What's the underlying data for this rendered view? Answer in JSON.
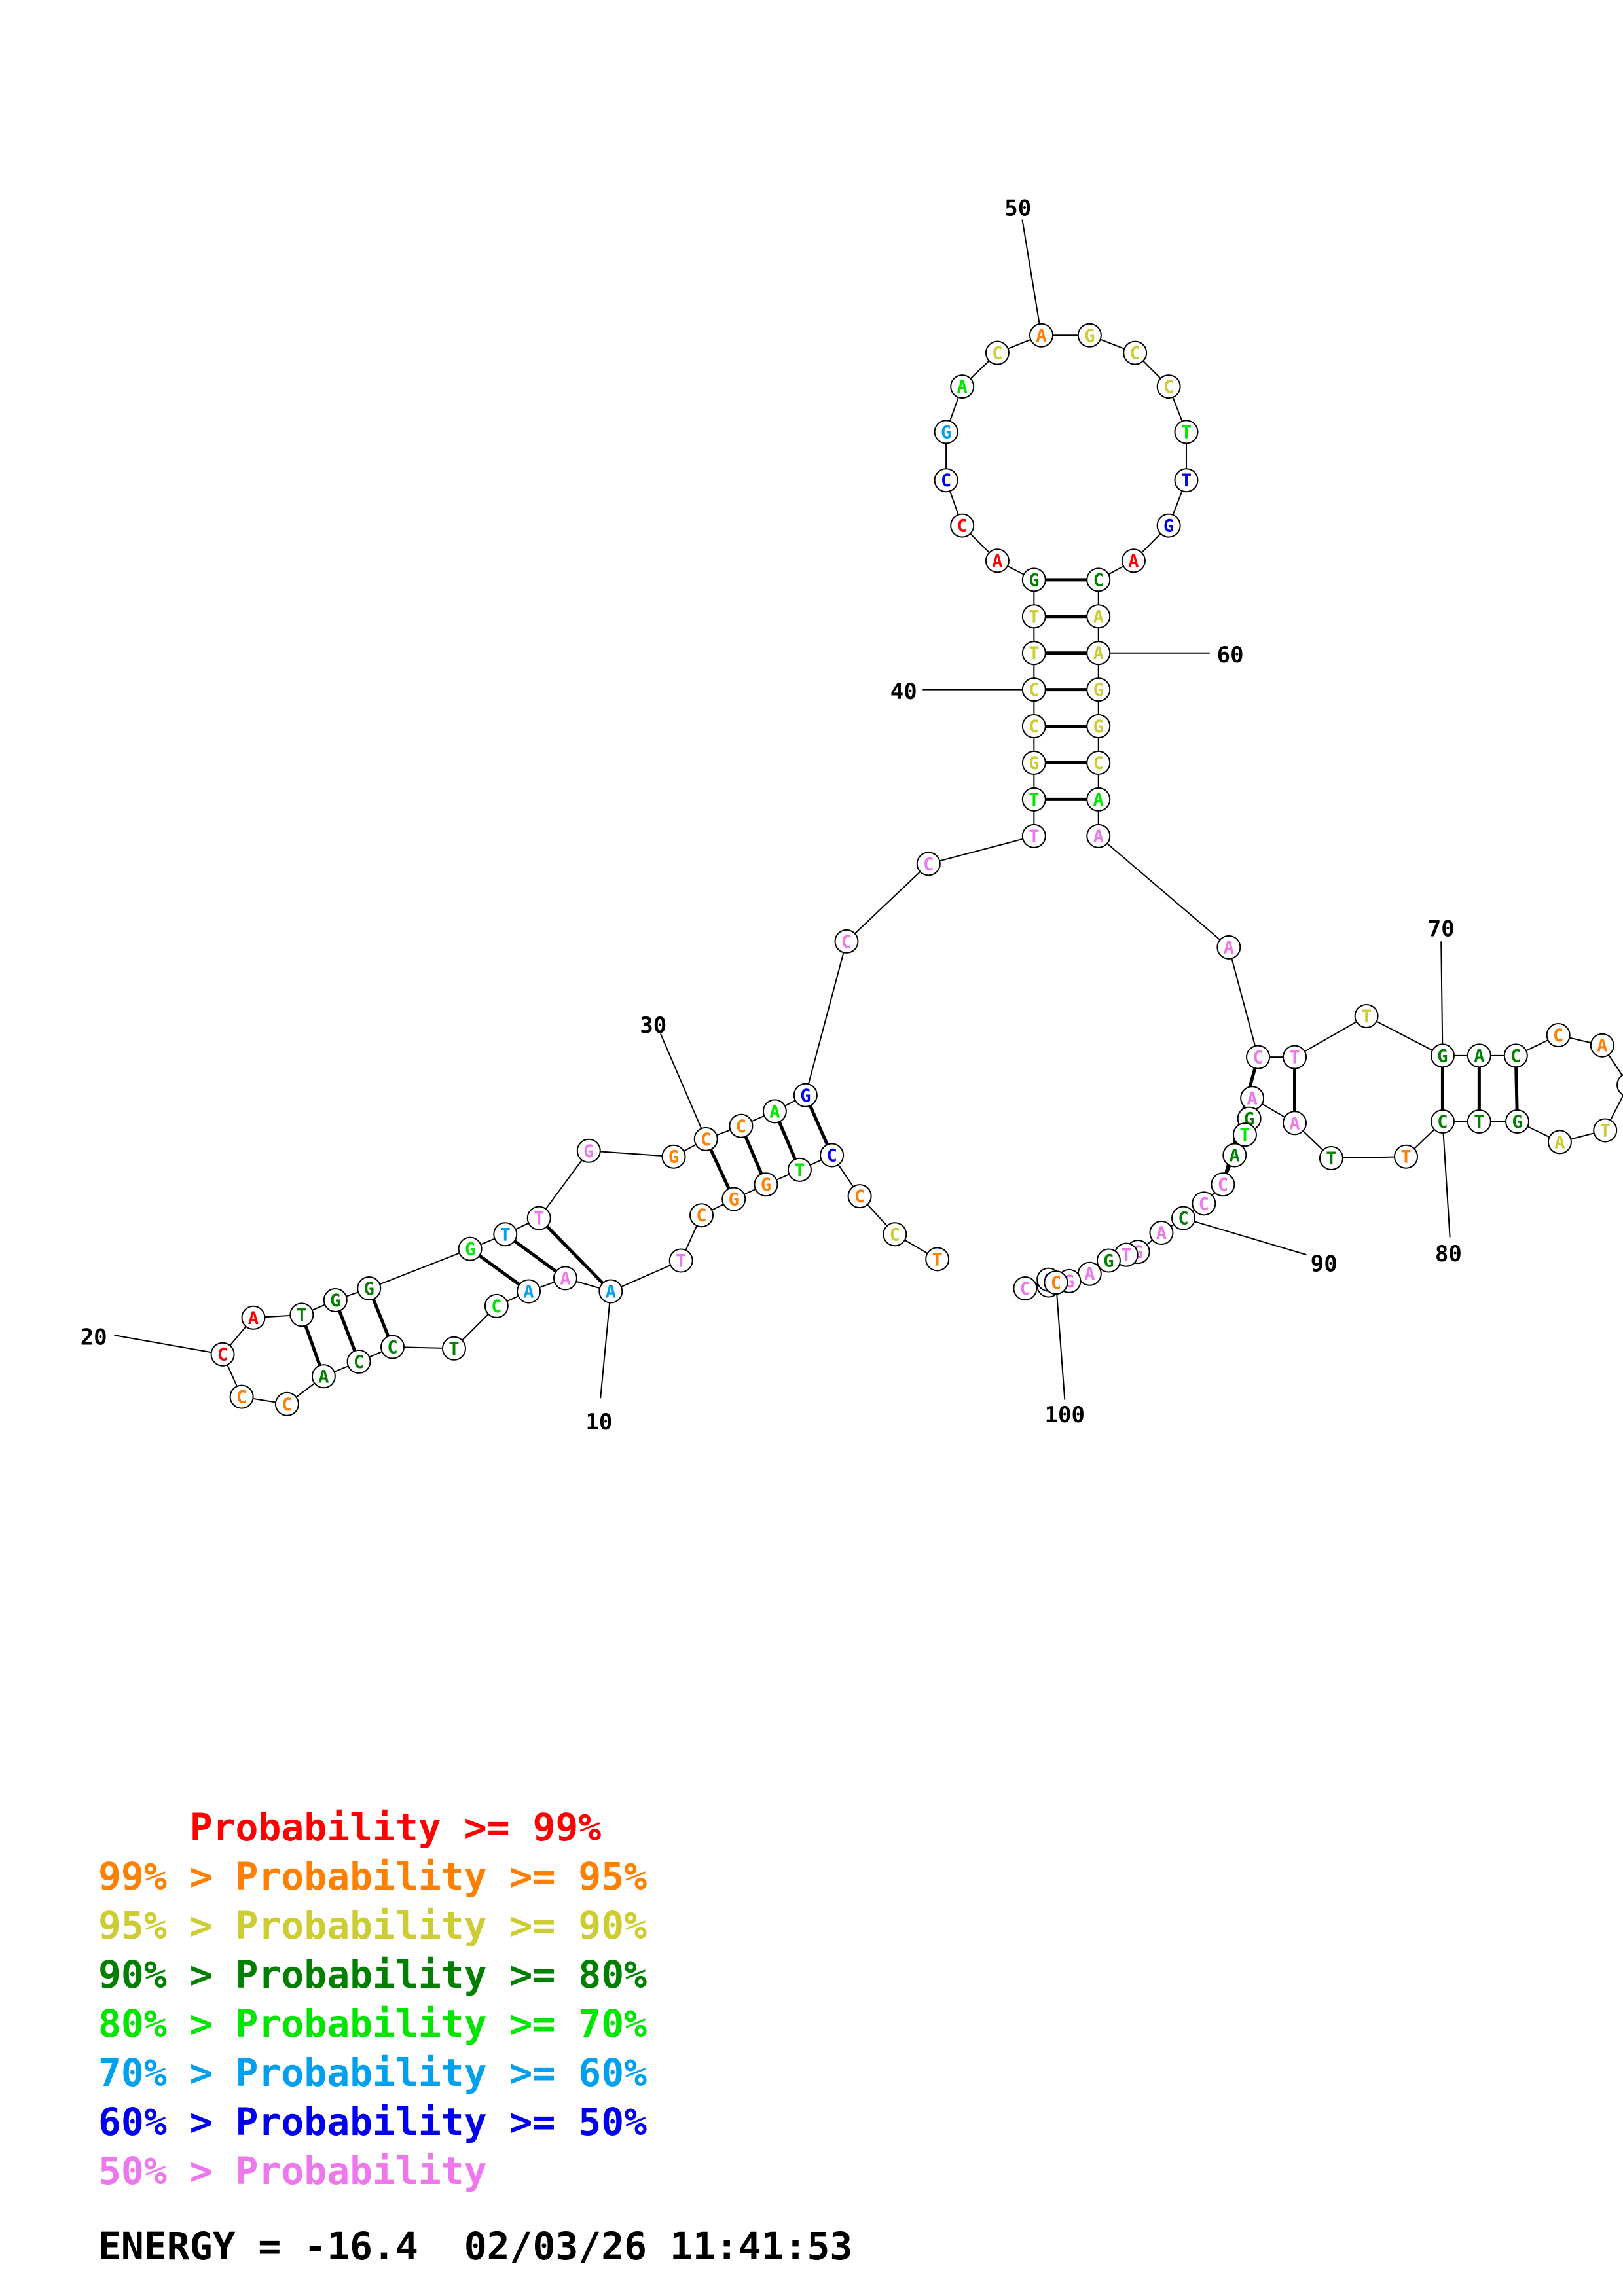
{
  "colors": {
    "red": "#ff0000",
    "orange": "#ff7f00",
    "yellow": "#cccc33",
    "darkgreen": "#007f00",
    "green": "#00e600",
    "cyan": "#00a0ee",
    "blue": "#0000ee",
    "pink": "#ee77ee"
  },
  "nucleotides": [
    {
      "n": 1,
      "b": "T",
      "c": "orange"
    },
    {
      "n": 2,
      "b": "C",
      "c": "yellow"
    },
    {
      "n": 3,
      "b": "C",
      "c": "orange"
    },
    {
      "n": 4,
      "b": "C",
      "c": "blue"
    },
    {
      "n": 5,
      "b": "T",
      "c": "green"
    },
    {
      "n": 6,
      "b": "G",
      "c": "orange"
    },
    {
      "n": 7,
      "b": "G",
      "c": "orange"
    },
    {
      "n": 8,
      "b": "C",
      "c": "orange"
    },
    {
      "n": 9,
      "b": "T",
      "c": "pink"
    },
    {
      "n": 10,
      "b": "A",
      "c": "cyan"
    },
    {
      "n": 11,
      "b": "A",
      "c": "pink"
    },
    {
      "n": 12,
      "b": "A",
      "c": "cyan"
    },
    {
      "n": 13,
      "b": "C",
      "c": "green"
    },
    {
      "n": 14,
      "b": "T",
      "c": "darkgreen"
    },
    {
      "n": 15,
      "b": "C",
      "c": "darkgreen"
    },
    {
      "n": 16,
      "b": "C",
      "c": "darkgreen"
    },
    {
      "n": 17,
      "b": "A",
      "c": "darkgreen"
    },
    {
      "n": 18,
      "b": "C",
      "c": "orange"
    },
    {
      "n": 19,
      "b": "C",
      "c": "orange"
    },
    {
      "n": 20,
      "b": "C",
      "c": "red"
    },
    {
      "n": 21,
      "b": "A",
      "c": "red"
    },
    {
      "n": 22,
      "b": "T",
      "c": "darkgreen"
    },
    {
      "n": 23,
      "b": "G",
      "c": "darkgreen"
    },
    {
      "n": 24,
      "b": "G",
      "c": "darkgreen"
    },
    {
      "n": 25,
      "b": "G",
      "c": "green"
    },
    {
      "n": 26,
      "b": "T",
      "c": "cyan"
    },
    {
      "n": 27,
      "b": "T",
      "c": "pink"
    },
    {
      "n": 28,
      "b": "G",
      "c": "pink"
    },
    {
      "n": 29,
      "b": "G",
      "c": "orange"
    },
    {
      "n": 30,
      "b": "C",
      "c": "orange"
    },
    {
      "n": 31,
      "b": "C",
      "c": "orange"
    },
    {
      "n": 32,
      "b": "A",
      "c": "green"
    },
    {
      "n": 33,
      "b": "G",
      "c": "blue"
    },
    {
      "n": 34,
      "b": "C",
      "c": "pink"
    },
    {
      "n": 35,
      "b": "C",
      "c": "pink"
    },
    {
      "n": 36,
      "b": "T",
      "c": "pink"
    },
    {
      "n": 37,
      "b": "T",
      "c": "green"
    },
    {
      "n": 38,
      "b": "G",
      "c": "yellow"
    },
    {
      "n": 39,
      "b": "C",
      "c": "yellow"
    },
    {
      "n": 40,
      "b": "C",
      "c": "yellow"
    },
    {
      "n": 41,
      "b": "T",
      "c": "yellow"
    },
    {
      "n": 42,
      "b": "T",
      "c": "yellow"
    },
    {
      "n": 43,
      "b": "G",
      "c": "darkgreen"
    },
    {
      "n": 44,
      "b": "A",
      "c": "red"
    },
    {
      "n": 45,
      "b": "C",
      "c": "red"
    },
    {
      "n": 46,
      "b": "C",
      "c": "blue"
    },
    {
      "n": 47,
      "b": "G",
      "c": "cyan"
    },
    {
      "n": 48,
      "b": "A",
      "c": "green"
    },
    {
      "n": 49,
      "b": "C",
      "c": "yellow"
    },
    {
      "n": 50,
      "b": "A",
      "c": "orange"
    },
    {
      "n": 51,
      "b": "G",
      "c": "yellow"
    },
    {
      "n": 52,
      "b": "C",
      "c": "yellow"
    },
    {
      "n": 53,
      "b": "C",
      "c": "yellow"
    },
    {
      "n": 54,
      "b": "T",
      "c": "green"
    },
    {
      "n": 55,
      "b": "T",
      "c": "blue"
    },
    {
      "n": 56,
      "b": "G",
      "c": "blue"
    },
    {
      "n": 57,
      "b": "A",
      "c": "red"
    },
    {
      "n": 58,
      "b": "C",
      "c": "darkgreen"
    },
    {
      "n": 59,
      "b": "A",
      "c": "yellow"
    },
    {
      "n": 60,
      "b": "A",
      "c": "yellow"
    },
    {
      "n": 61,
      "b": "G",
      "c": "yellow"
    },
    {
      "n": 62,
      "b": "G",
      "c": "yellow"
    },
    {
      "n": 63,
      "b": "C",
      "c": "yellow"
    },
    {
      "n": 64,
      "b": "A",
      "c": "green"
    },
    {
      "n": 65,
      "b": "A",
      "c": "pink"
    },
    {
      "n": 66,
      "b": "A",
      "c": "pink"
    },
    {
      "n": 67,
      "b": "C",
      "c": "pink"
    },
    {
      "n": 68,
      "b": "T",
      "c": "pink"
    },
    {
      "n": 69,
      "b": "T",
      "c": "yellow"
    },
    {
      "n": 70,
      "b": "G",
      "c": "darkgreen"
    },
    {
      "n": 71,
      "b": "A",
      "c": "darkgreen"
    },
    {
      "n": 72,
      "b": "C",
      "c": "darkgreen"
    },
    {
      "n": 73,
      "b": "C",
      "c": "orange"
    },
    {
      "n": 74,
      "b": "A",
      "c": "orange"
    },
    {
      "n": 75,
      "b": "C",
      "c": "orange"
    },
    {
      "n": 76,
      "b": "T",
      "c": "yellow"
    },
    {
      "n": 77,
      "b": "A",
      "c": "yellow"
    },
    {
      "n": 78,
      "b": "G",
      "c": "darkgreen"
    },
    {
      "n": 79,
      "b": "T",
      "c": "darkgreen"
    },
    {
      "n": 80,
      "b": "C",
      "c": "darkgreen"
    },
    {
      "n": 81,
      "b": "T",
      "c": "orange"
    },
    {
      "n": 82,
      "b": "T",
      "c": "darkgreen"
    },
    {
      "n": 83,
      "b": "A",
      "c": "pink"
    },
    {
      "n": 84,
      "b": "A",
      "c": "pink"
    },
    {
      "n": 85,
      "b": "G",
      "c": "darkgreen"
    },
    {
      "n": 86,
      "b": "T",
      "c": "green"
    },
    {
      "n": 87,
      "b": "A",
      "c": "darkgreen"
    },
    {
      "n": 88,
      "b": "C",
      "c": "pink"
    },
    {
      "n": 89,
      "b": "C",
      "c": "pink"
    },
    {
      "n": 90,
      "b": "C",
      "c": "darkgreen"
    },
    {
      "n": 91,
      "b": "A",
      "c": "pink"
    },
    {
      "n": 92,
      "b": "G",
      "c": "pink"
    },
    {
      "n": 93,
      "b": "T",
      "c": "pink"
    },
    {
      "n": 94,
      "b": "G",
      "c": "darkgreen"
    },
    {
      "n": 95,
      "b": "A",
      "c": "pink"
    },
    {
      "n": 96,
      "b": "G",
      "c": "pink"
    },
    {
      "n": 97,
      "b": "G",
      "c": "pink"
    },
    {
      "n": 98,
      "b": "C",
      "c": "pink"
    },
    {
      "n": 99,
      "b": "C",
      "c": "blue"
    },
    {
      "n": 100,
      "b": "C",
      "c": "orange"
    }
  ],
  "pairs": [
    [
      4,
      33
    ],
    [
      5,
      32
    ],
    [
      6,
      31
    ],
    [
      7,
      30
    ],
    [
      10,
      27
    ],
    [
      11,
      26
    ],
    [
      12,
      25
    ],
    [
      15,
      24
    ],
    [
      16,
      23
    ],
    [
      17,
      22
    ],
    [
      37,
      64
    ],
    [
      38,
      63
    ],
    [
      39,
      62
    ],
    [
      40,
      61
    ],
    [
      41,
      60
    ],
    [
      42,
      59
    ],
    [
      43,
      58
    ],
    [
      67,
      88
    ],
    [
      68,
      83
    ],
    [
      70,
      80
    ],
    [
      71,
      79
    ],
    [
      72,
      78
    ]
  ],
  "position_labels": [
    {
      "n": 10,
      "text": "10"
    },
    {
      "n": 20,
      "text": "20"
    },
    {
      "n": 30,
      "text": "30"
    },
    {
      "n": 40,
      "text": "40"
    },
    {
      "n": 50,
      "text": "50"
    },
    {
      "n": 60,
      "text": "60"
    },
    {
      "n": 70,
      "text": "70"
    },
    {
      "n": 80,
      "text": "80"
    },
    {
      "n": 90,
      "text": "90"
    },
    {
      "n": 100,
      "text": "100"
    }
  ],
  "legend": [
    {
      "prefix": "    ",
      "text": "Probability >= 99%",
      "c": "red"
    },
    {
      "prefix": "99% > ",
      "text": "Probability >= 95%",
      "c": "orange"
    },
    {
      "prefix": "95% > ",
      "text": "Probability >= 90%",
      "c": "yellow"
    },
    {
      "prefix": "90% > ",
      "text": "Probability >= 80%",
      "c": "darkgreen"
    },
    {
      "prefix": "80% > ",
      "text": "Probability >= 70%",
      "c": "green"
    },
    {
      "prefix": "70% > ",
      "text": "Probability >= 60%",
      "c": "cyan"
    },
    {
      "prefix": "60% > ",
      "text": "Probability >= 50%",
      "c": "blue"
    },
    {
      "prefix": "50% > ",
      "text": "Probability",
      "c": "pink"
    }
  ],
  "energy_line": "ENERGY = -16.4  02/03/26 11:41:53"
}
